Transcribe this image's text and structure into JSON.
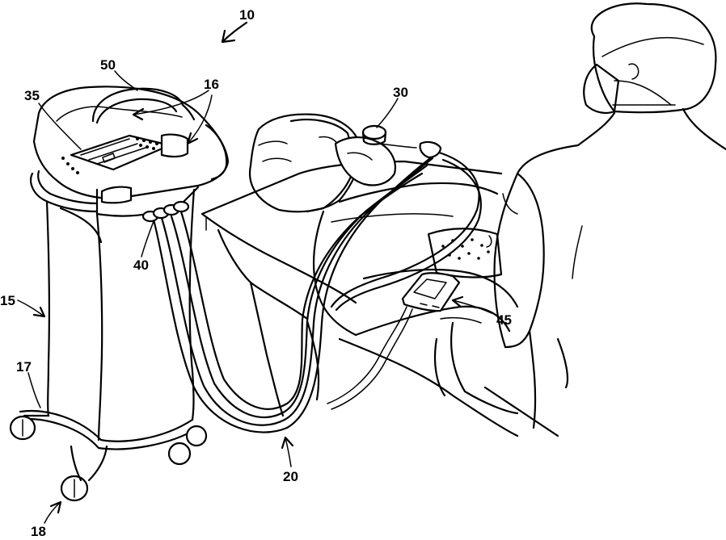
{
  "figure": {
    "reference_labels": {
      "device": "10",
      "console": "15",
      "displays": "16",
      "base": "17",
      "casters": "18",
      "hoses": "20",
      "mask": "30",
      "screen": "35",
      "ports": "40",
      "remote": "45",
      "handle": "50"
    }
  }
}
